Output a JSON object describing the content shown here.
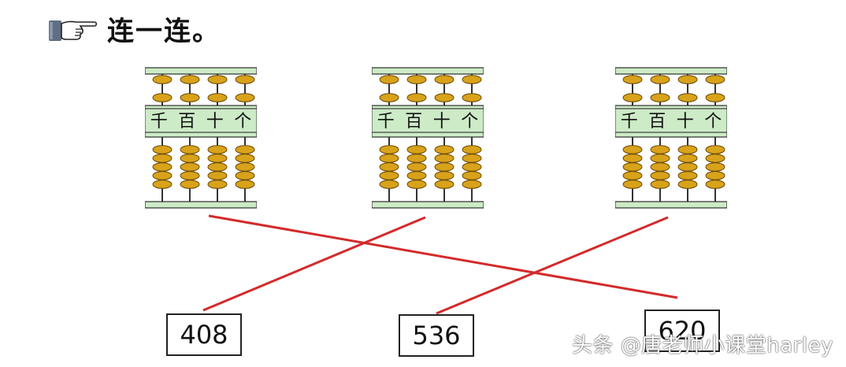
{
  "title": "连一连。",
  "header_icon": "pointing-hand-icon",
  "place_labels": [
    "千",
    "百",
    "十",
    "个"
  ],
  "abaci": [
    {
      "upper": [
        1,
        1,
        1,
        1
      ],
      "lower": [
        5,
        5,
        5,
        5
      ]
    },
    {
      "upper": [
        1,
        1,
        1,
        1
      ],
      "lower": [
        5,
        5,
        5,
        5
      ]
    },
    {
      "upper": [
        1,
        1,
        1,
        1
      ],
      "lower": [
        5,
        5,
        5,
        5
      ]
    }
  ],
  "numbers": [
    "408",
    "536",
    "620"
  ],
  "watermark": "头条 @唐老师小课堂harley",
  "colors": {
    "bead": "#d8a21a",
    "frame_band": "#ccebc6",
    "line": "#d42a2a",
    "text": "#111111"
  }
}
